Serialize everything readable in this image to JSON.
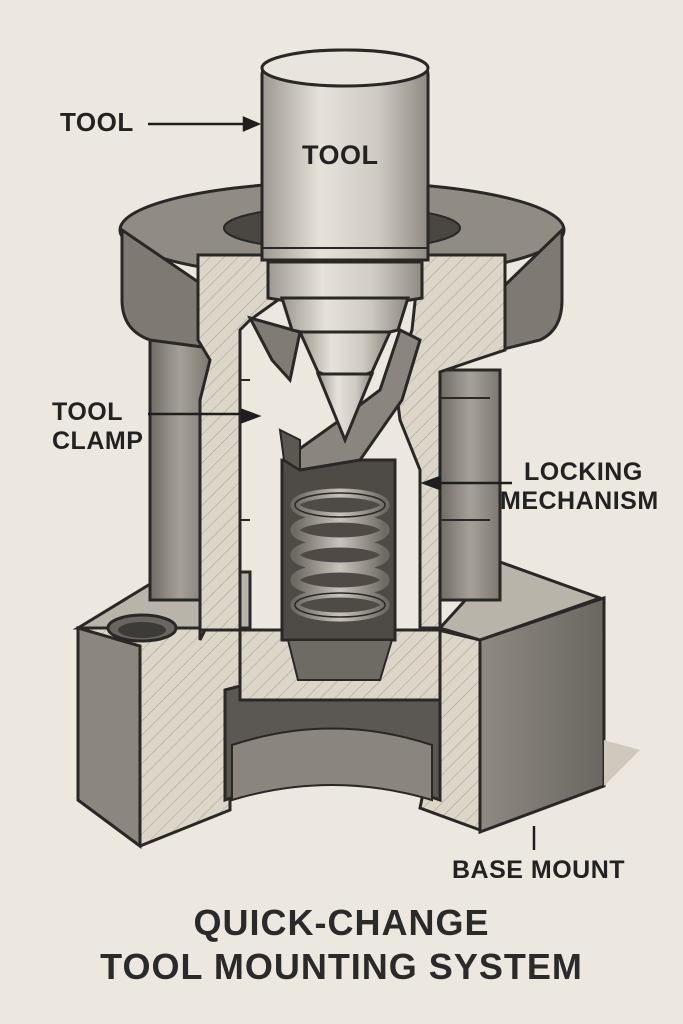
{
  "labels": {
    "tool_outer": "TOOL",
    "tool_on_shaft": "TOOL",
    "tool_clamp_line1": "TOOL",
    "tool_clamp_line2": "CLAMP",
    "locking_line1": "LOCKING",
    "locking_line2": "MECHANISM",
    "base_mount": "BASE MOUNT"
  },
  "title": {
    "line1": "QUICK-CHANGE",
    "line2": "TOOL MOUNTING SYSTEM"
  },
  "colors": {
    "background": "#ece8df",
    "metal_dark": "#7a7670",
    "metal_mid": "#a9a49b",
    "section_face": "#d9d3c6",
    "outline": "#2a2826"
  }
}
